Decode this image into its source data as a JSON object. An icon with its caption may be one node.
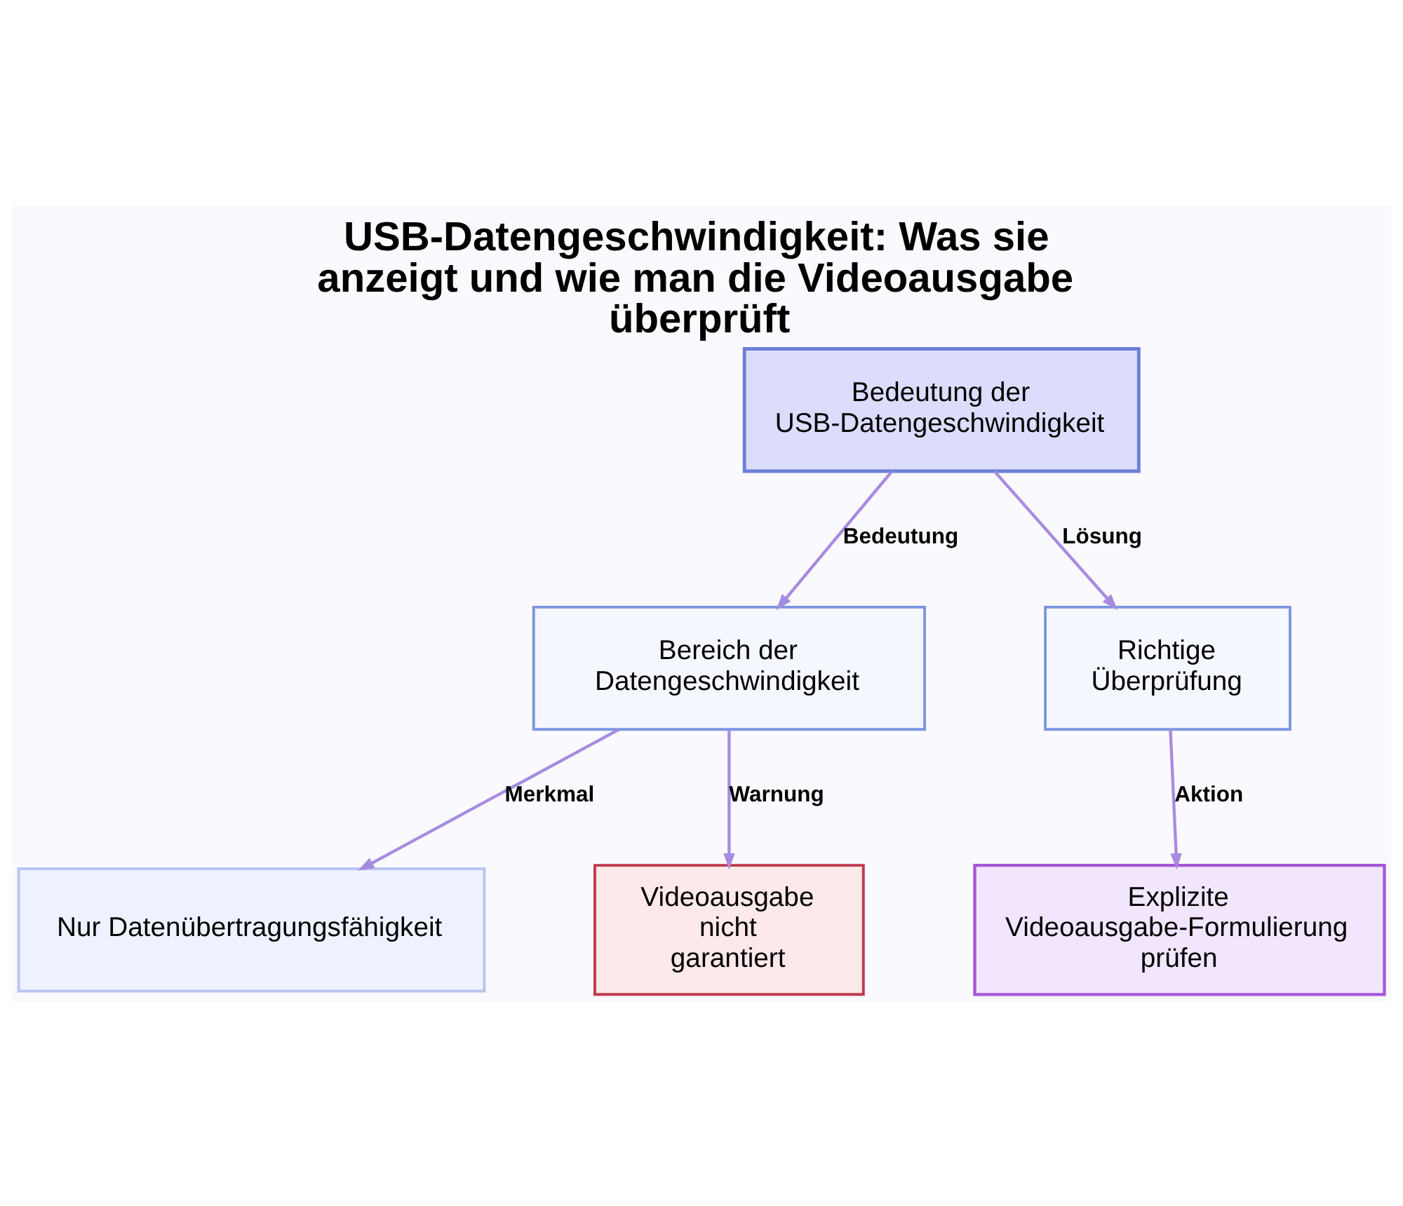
{
  "diagram": {
    "title": "USB-Datengeschwindigkeit: Was sie anzeigt und wie man die Videoausgabe überprüft",
    "nodes": [
      {
        "text": [
          "Bedeutung der USB-Datengeschwindigkeit"
        ]
      },
      {
        "text": [
          "Bereich der Datengeschwindigkeit"
        ]
      },
      {
        "text": [
          "Richtige Überprüfung"
        ]
      },
      {
        "text": [
          "Nur Datenübertragungsfähigkeit"
        ]
      },
      {
        "text": [
          "Videoausgabe nicht garantiert"
        ]
      },
      {
        "text": [
          "Explizite Videoausgabe-Formulierung prüfen"
        ]
      }
    ],
    "edges": [
      {
        "from": 0,
        "to": 1,
        "arrow": "to",
        "label": "Bedeutung"
      },
      {
        "from": 0,
        "to": 2,
        "arrow": "to",
        "label": "Lösung"
      },
      {
        "from": 1,
        "to": 3,
        "arrow": "to",
        "label": "Merkmal"
      },
      {
        "from": 1,
        "to": 4,
        "arrow": "to",
        "label": "Warnung"
      },
      {
        "from": 2,
        "to": 5,
        "arrow": "to",
        "label": "Aktion"
      }
    ]
  }
}
